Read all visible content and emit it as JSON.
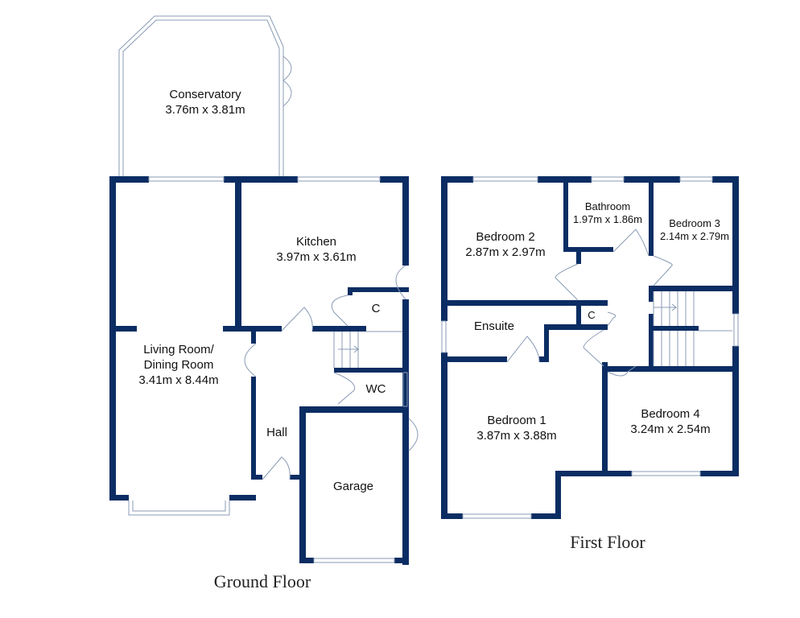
{
  "colors": {
    "wall": "#0b2d63",
    "glass": "#8a9bb5"
  },
  "ground_floor": {
    "title": "Ground Floor",
    "rooms": [
      {
        "name": "Conservatory",
        "size": "3.76m x 3.81m"
      },
      {
        "name": "Kitchen",
        "size": "3.97m x 3.61m"
      },
      {
        "name": "Living Room/",
        "name2": "Dining Room",
        "size": "3.41m x 8.44m"
      },
      {
        "name": "C"
      },
      {
        "name": "WC"
      },
      {
        "name": "Hall"
      },
      {
        "name": "Garage"
      }
    ]
  },
  "first_floor": {
    "title": "First Floor",
    "rooms": [
      {
        "name": "Bedroom 2",
        "size": "2.87m x 2.97m"
      },
      {
        "name": "Bathroom",
        "size": "1.97m x 1.86m"
      },
      {
        "name": "Bedroom 3",
        "size": "2.14m x 2.79m"
      },
      {
        "name": "Ensuite"
      },
      {
        "name": "C"
      },
      {
        "name": "Bedroom 1",
        "size": "3.87m x 3.88m"
      },
      {
        "name": "Bedroom 4",
        "size": "3.24m x 2.54m"
      }
    ]
  }
}
